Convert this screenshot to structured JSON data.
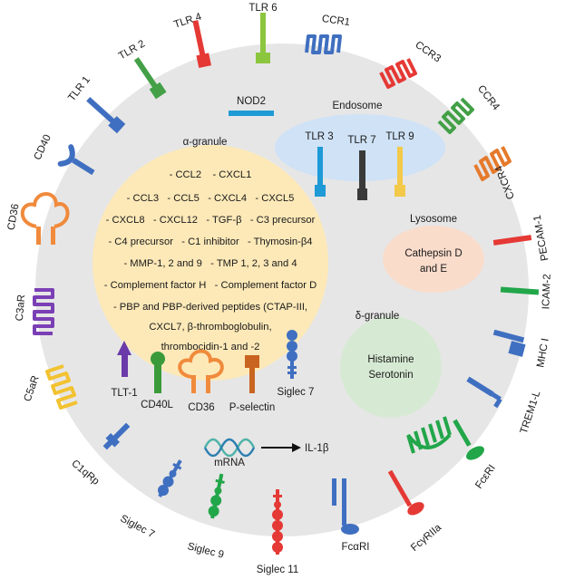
{
  "colors": {
    "cell": "#e6e6e6",
    "alpha_granule": "#fde9b8",
    "endosome": "#cfe2f6",
    "lysosome": "#fadccb",
    "delta_granule": "#d6ead3"
  },
  "compartments": {
    "alpha_granule": "α-granule",
    "endosome": "Endosome",
    "lysosome": "Lysosome",
    "lysosome_content": [
      "Cathepsin D",
      "and E"
    ],
    "delta_granule": "δ-granule",
    "delta_content": [
      "Histamine",
      "Serotonin"
    ]
  },
  "alpha_contents": [
    "- CCL2    - CXCL1",
    "- CCL3   - CCL5   - CXCL4   - CXCL5",
    "- CXCL8   - CXCL12   - TGF-β   - C3 precursor",
    "- C4 precursor   - C1 inhibitor   - Thymosin-β4",
    "- MMP-1, 2 and 9   - TMP 1, 2, 3 and 4",
    "- Complement factor H   - Complement factor D",
    "- PBP and PBP-derived peptides (CTAP-III,",
    "CXCL7, β-thromboglobulin,",
    "thrombocidin-1 and -2"
  ],
  "receptors": {
    "tlr6": "TLR 6",
    "tlr4": "TLR 4",
    "tlr2": "TLR 2",
    "tlr1": "TLR 1",
    "cd40": "CD40",
    "cd36": "CD36",
    "c3ar": "C3aR",
    "c5ar": "C5aR",
    "c1qrp": "C1qRp",
    "siglec7": "Siglec 7",
    "siglec9": "Siglec 9",
    "siglec11": "Siglec 11",
    "fcari": "FcαRI",
    "fcgriia": "FcγRIIa",
    "fceri": "FcεRI",
    "trem1l": "TREM1-L",
    "mhci": "MHC I",
    "icam2": "ICAM-2",
    "pecam1": "PECAM-1",
    "cxcr4": "CXCR4",
    "ccr4": "CCR4",
    "ccr3": "CCR3",
    "ccr1": "CCR1"
  },
  "inner": {
    "nod2": "NOD2",
    "tlr3": "TLR 3",
    "tlr7": "TLR 7",
    "tlr9": "TLR 9",
    "tlt1": "TLT-1",
    "cd40l": "CD40L",
    "cd36": "CD36",
    "pselectin": "P-selectin",
    "siglec7": "Siglec 7",
    "mrna": "mRNA",
    "il1b": "IL-1β"
  }
}
